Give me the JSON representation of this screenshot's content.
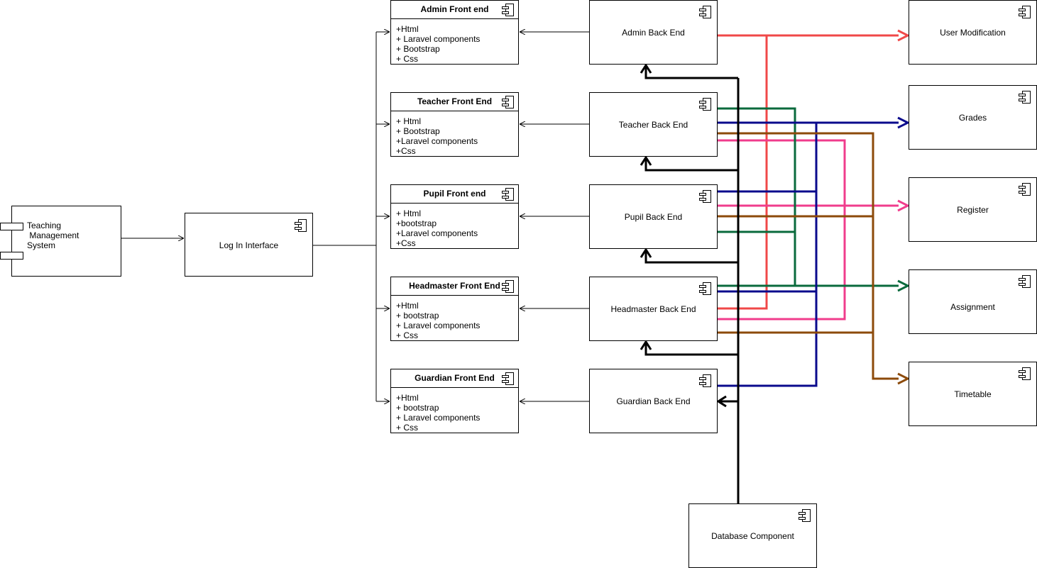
{
  "system": {
    "label": "Teaching\n Management\nSystem",
    "icon": "component-icon"
  },
  "login": {
    "label": "Log In Interface",
    "icon": "component-icon"
  },
  "front_ends": [
    {
      "id": "admin",
      "title": "Admin Front end",
      "items": [
        "+Html",
        "+ Laravel components",
        "+ Bootstrap",
        "+ Css"
      ]
    },
    {
      "id": "teacher",
      "title": "Teacher Front End",
      "items": [
        "+ Html",
        "+ Bootstrap",
        "+Laravel components",
        "+Css"
      ]
    },
    {
      "id": "pupil",
      "title": "Pupil Front end",
      "items": [
        "+ Html",
        "+bootstrap",
        "+Laravel components",
        "+Css"
      ]
    },
    {
      "id": "headmaster",
      "title": "Headmaster Front End",
      "items": [
        "+Html",
        "+ bootstrap",
        "+ Laravel components",
        "+ Css"
      ]
    },
    {
      "id": "guardian",
      "title": "Guardian Front End",
      "items": [
        "+Html",
        "+ bootstrap",
        "+ Laravel components",
        "+ Css"
      ]
    }
  ],
  "back_ends": [
    {
      "id": "admin",
      "label": "Admin Back End"
    },
    {
      "id": "teacher",
      "label": "Teacher Back End"
    },
    {
      "id": "pupil",
      "label": "Pupil Back End"
    },
    {
      "id": "headmaster",
      "label": "Headmaster Back End"
    },
    {
      "id": "guardian",
      "label": "Guardian  Back End"
    }
  ],
  "features": [
    {
      "id": "user-modification",
      "label": "User Modification"
    },
    {
      "id": "grades",
      "label": "Grades"
    },
    {
      "id": "register",
      "label": "Register"
    },
    {
      "id": "assignment",
      "label": "Assignment"
    },
    {
      "id": "timetable",
      "label": "Timetable"
    }
  ],
  "database": {
    "label": "Database Component"
  },
  "connector_colors": {
    "database": "#000000",
    "user_modification": "#f04848",
    "grades": "#0a0a8c",
    "register": "#f03c8c",
    "assignment": "#0a6a3c",
    "timetable": "#8c4a0a"
  }
}
